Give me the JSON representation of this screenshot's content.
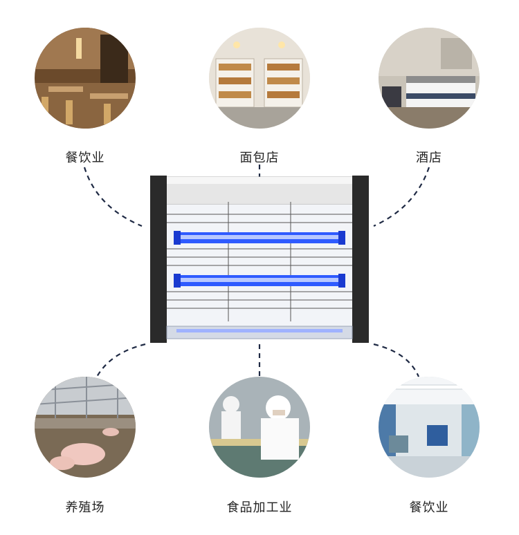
{
  "scenarios": [
    {
      "label": "餐饮业",
      "scene": "restaurant-scene"
    },
    {
      "label": "面包店",
      "scene": "bakery-scene"
    },
    {
      "label": "酒店",
      "scene": "hotel-scene"
    },
    {
      "label": "养殖场",
      "scene": "pig-farm-scene"
    },
    {
      "label": "食品加工业",
      "scene": "food-factory-scene"
    },
    {
      "label": "餐饮业",
      "scene": "hospital-scene"
    }
  ],
  "colors": {
    "connector": "#1f2a44",
    "uv_tube": "#2f5bff",
    "frame": "#2a2a2a"
  }
}
